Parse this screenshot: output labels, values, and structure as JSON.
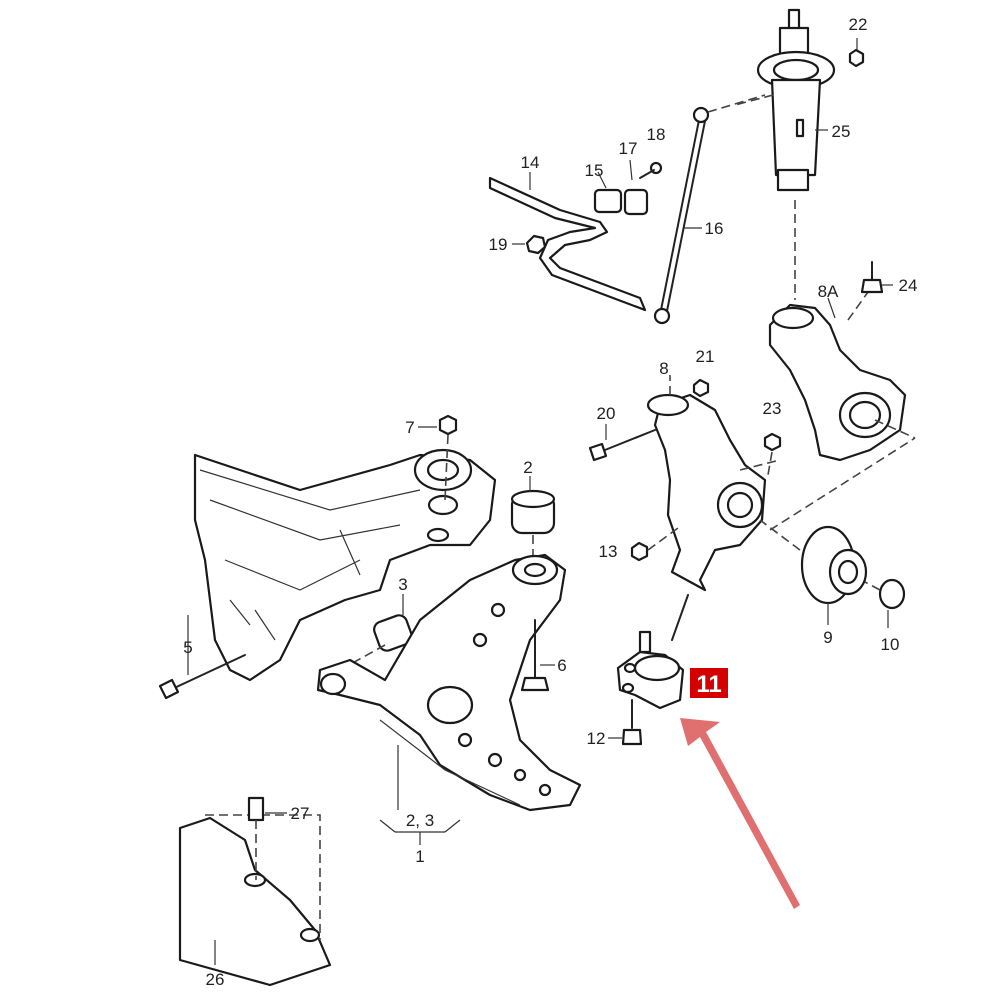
{
  "labels": {
    "l1": "1",
    "l2": "2",
    "l23": "2, 3",
    "l3": "3",
    "l5": "5",
    "l6": "6",
    "l7": "7",
    "l8": "8",
    "l8a": "8A",
    "l9": "9",
    "l10": "10",
    "l12": "12",
    "l13": "13",
    "l14": "14",
    "l15": "15",
    "l16": "16",
    "l17": "17",
    "l18": "18",
    "l19": "19",
    "l20": "20",
    "l21": "21",
    "l22": "22",
    "l23b": "23",
    "l24": "24",
    "l25": "25",
    "l26": "26",
    "l27": "27"
  },
  "highlight": {
    "label": "11",
    "color": "#d40000",
    "arrow_color": "#e07070"
  }
}
